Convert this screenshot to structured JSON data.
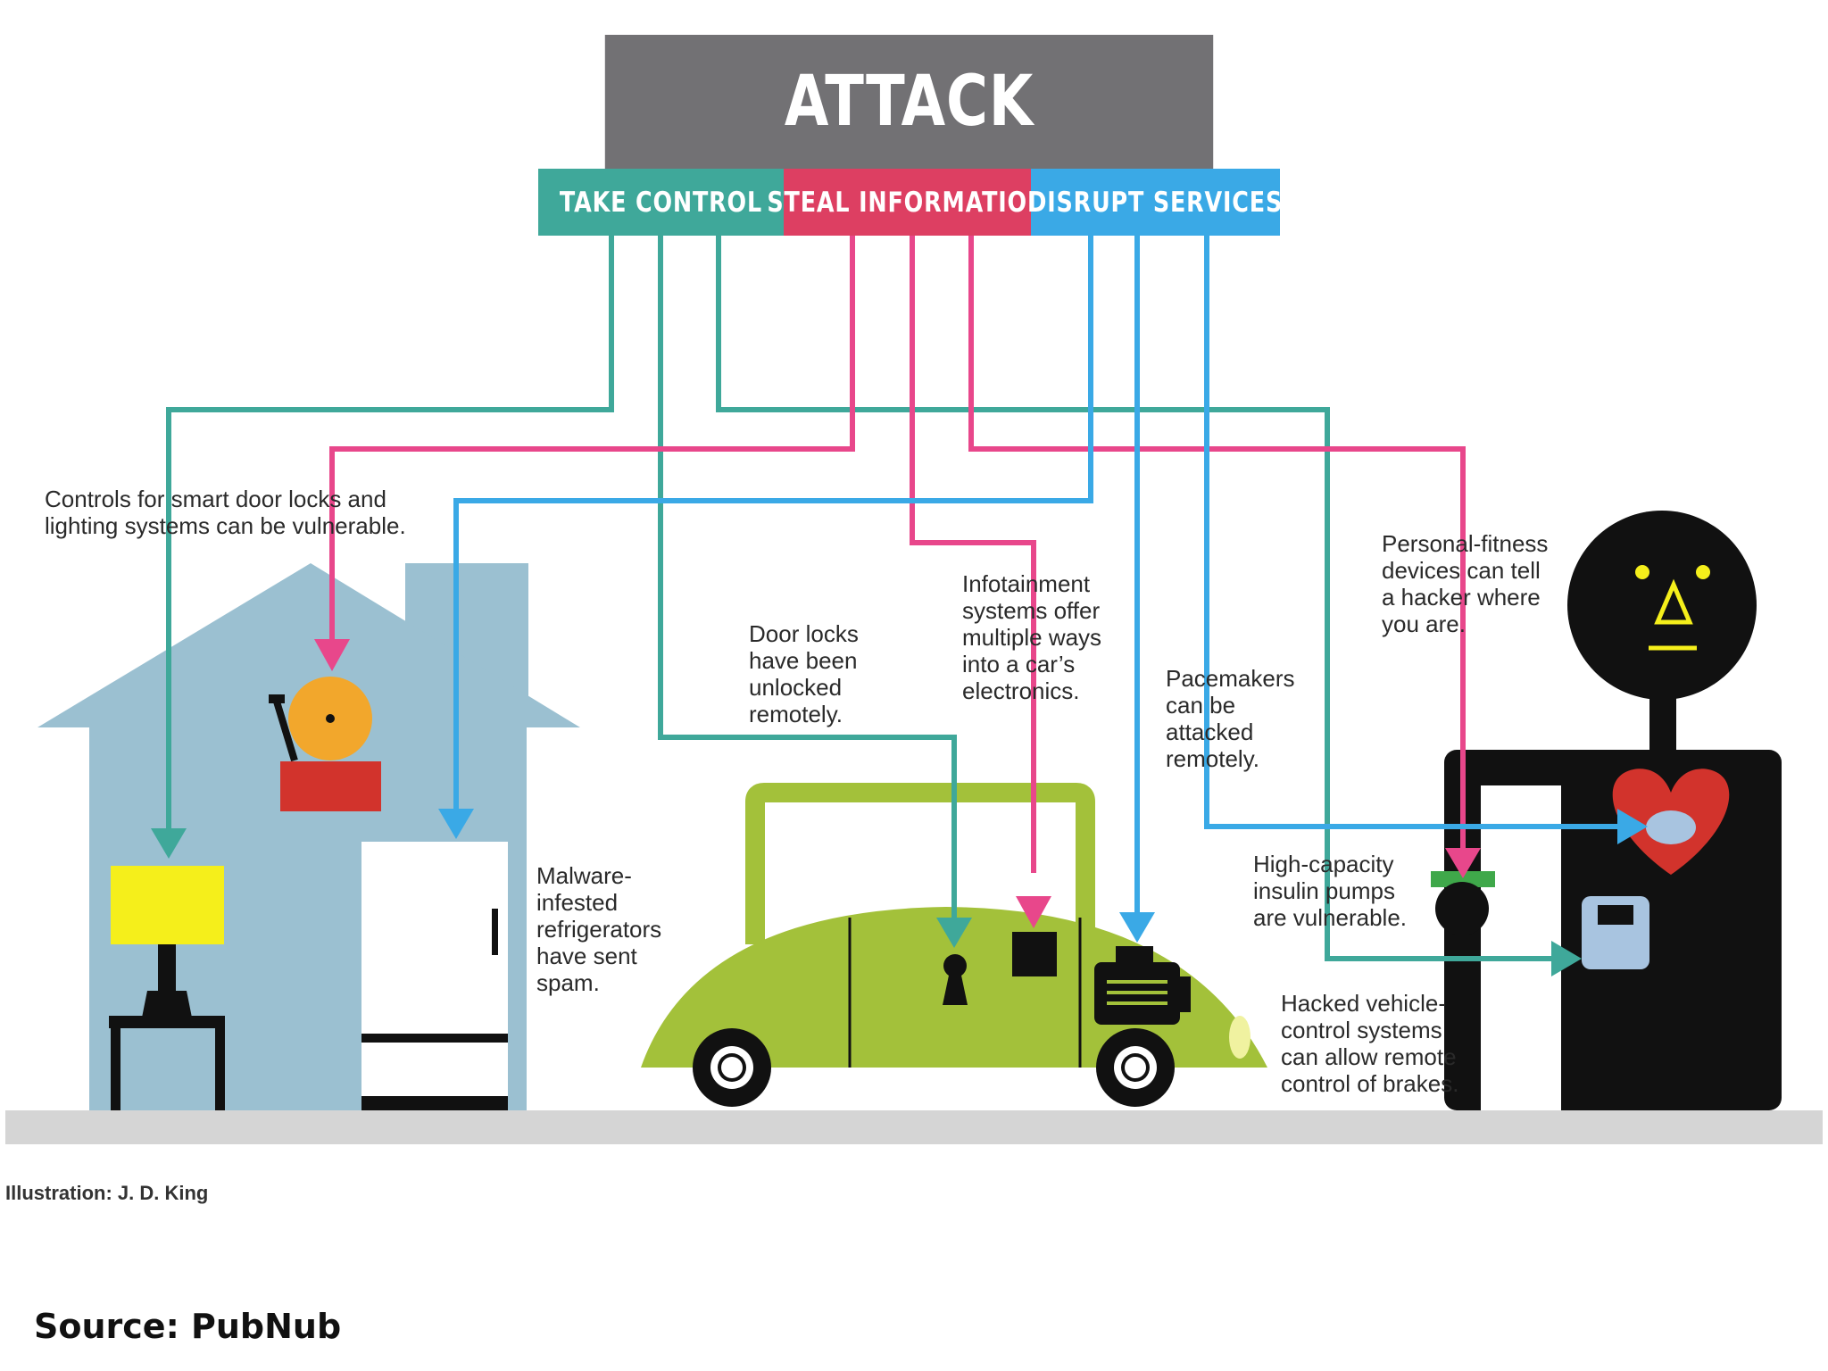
{
  "header": {
    "title": "ATTACK",
    "categories": [
      {
        "label": "TAKE CONTROL",
        "color": "#3fa89a"
      },
      {
        "label": "STEAL INFORMATION",
        "color": "#dd3f62"
      },
      {
        "label": "DISRUPT SERVICES",
        "color": "#3aa9e6"
      }
    ]
  },
  "captions": {
    "smart_home": "Controls for smart door locks and\nlighting systems can be vulnerable.",
    "fridge": "Malware-\ninfested\nrefrigerators\nhave sent\nspam.",
    "door_locks": "Door locks\nhave been\nunlocked\nremotely.",
    "infotainment": "Infotainment\nsystems offer\nmultiple ways\ninto a car’s\nelectronics.",
    "pacemakers": "Pacemakers\ncan be\nattacked\nremotely.",
    "fitness": "Personal-fitness\ndevices can tell\na hacker where\nyou are.",
    "insulin": "High-capacity\ninsulin pumps\nare vulnerable.",
    "vehicle": "Hacked vehicle-\ncontrol systems\ncan allow remote\ncontrol of brakes."
  },
  "credit": "Illustration: J. D. King",
  "source": "Source: PubNub",
  "colors": {
    "teal": "#3fa89a",
    "pink": "#e8478b",
    "blue": "#3aa9e6",
    "house": "#9bc0d1",
    "car": "#a3c13a",
    "ground": "#d5d5d5"
  }
}
